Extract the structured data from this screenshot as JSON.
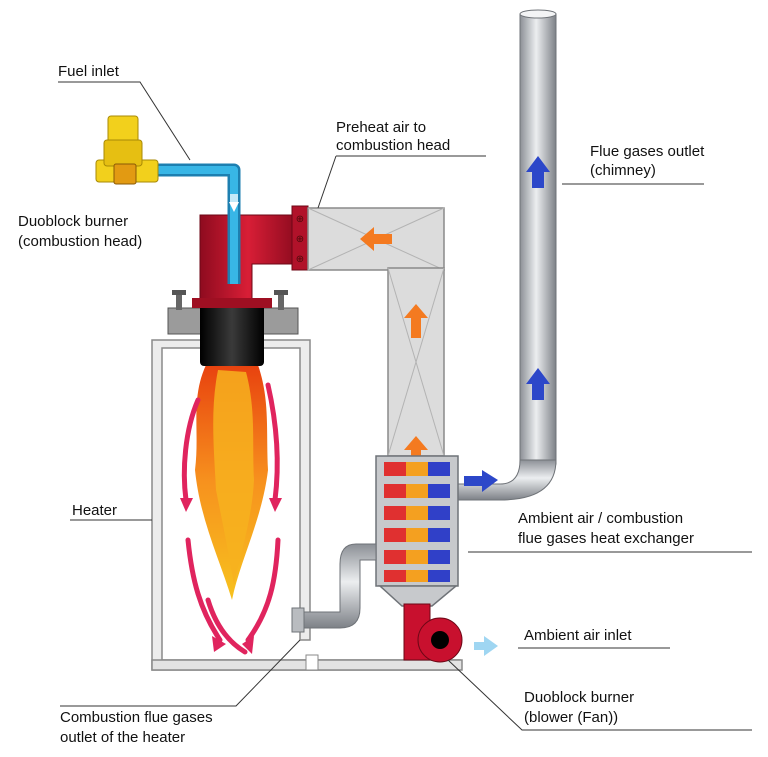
{
  "labels": {
    "fuel_inlet": "Fuel inlet",
    "preheat_line1": "Preheat air to",
    "preheat_line2": "combustion head",
    "flue_outlet_line1": "Flue gases outlet",
    "flue_outlet_line2": "(chimney)",
    "burner_head_line1": "Duoblock burner",
    "burner_head_line2": "(combustion head)",
    "heater": "Heater",
    "exchanger_line1": "Ambient air / combustion",
    "exchanger_line2": "flue gases heat exchanger",
    "ambient_inlet": "Ambient air inlet",
    "blower_line1": "Duoblock burner",
    "blower_line2": "(blower (Fan))",
    "heater_outlet_line1": "Combustion flue gases",
    "heater_outlet_line2": "outlet of the heater"
  },
  "colors": {
    "burner_red": "#c8102e",
    "pipe_gray": "#b9bcc0",
    "duct_gray": "#d9d9d9",
    "fuel_pipe_blue": "#2aa7d8",
    "fuel_valve_yellow": "#f2d01c",
    "flame_orange": "#f39c12",
    "flow_arrow_orange": "#f47a20",
    "flow_arrow_blue": "#2c47c9",
    "flow_arrow_pink": "#e0245e",
    "ambient_arrow_light_blue": "#9fd6f2"
  }
}
